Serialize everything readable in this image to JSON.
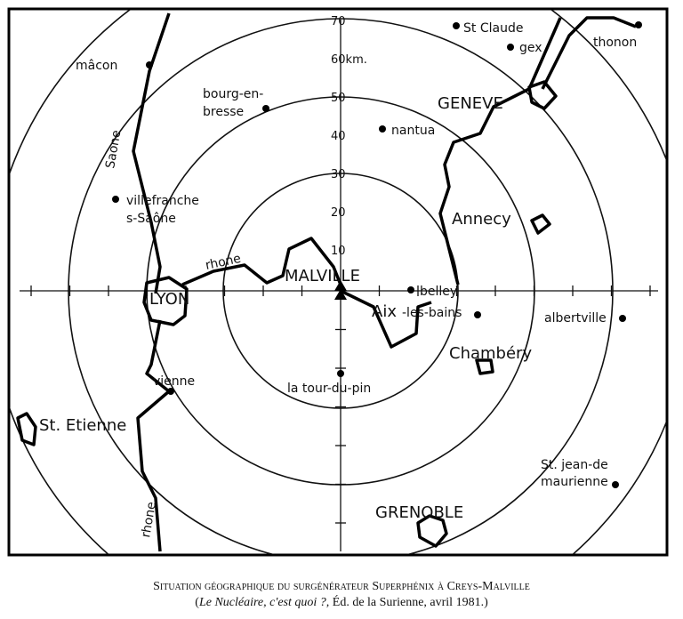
{
  "map": {
    "center_label": "MALVILLE",
    "scale_labels": [
      "10",
      "20",
      "30",
      "40",
      "50",
      "60km.",
      "70"
    ],
    "cities": [
      {
        "name": "mâcon"
      },
      {
        "name": "bourg-en-"
      },
      {
        "name": "bresse"
      },
      {
        "name": "nantua"
      },
      {
        "name": "St Claude"
      },
      {
        "name": "gex"
      },
      {
        "name": "thonon"
      },
      {
        "name": "GENEVE"
      },
      {
        "name": "villefranche"
      },
      {
        "name": "s-Saône"
      },
      {
        "name": "Annecy"
      },
      {
        "name": "LYON"
      },
      {
        "name": "belley"
      },
      {
        "name": "Aix"
      },
      {
        "name": "-les-bains"
      },
      {
        "name": "albertville"
      },
      {
        "name": "Chambéry"
      },
      {
        "name": "vienne"
      },
      {
        "name": "la tour-du-pin"
      },
      {
        "name": "St. Etienne"
      },
      {
        "name": "St. jean-de"
      },
      {
        "name": "maurienne"
      },
      {
        "name": "GRENOBLE"
      }
    ],
    "rivers": [
      {
        "name": "Saone"
      },
      {
        "name": "rhone"
      },
      {
        "name": "rhone"
      }
    ]
  },
  "caption": {
    "line1": "Situation géographique du surgénérateur Superphénix à Creys-Malville",
    "line2_italic": "Le Nucléaire, c'est quoi ?,",
    "line2_rest": " Éd. de la Surienne, avril 1981.)",
    "line2_open": "("
  }
}
